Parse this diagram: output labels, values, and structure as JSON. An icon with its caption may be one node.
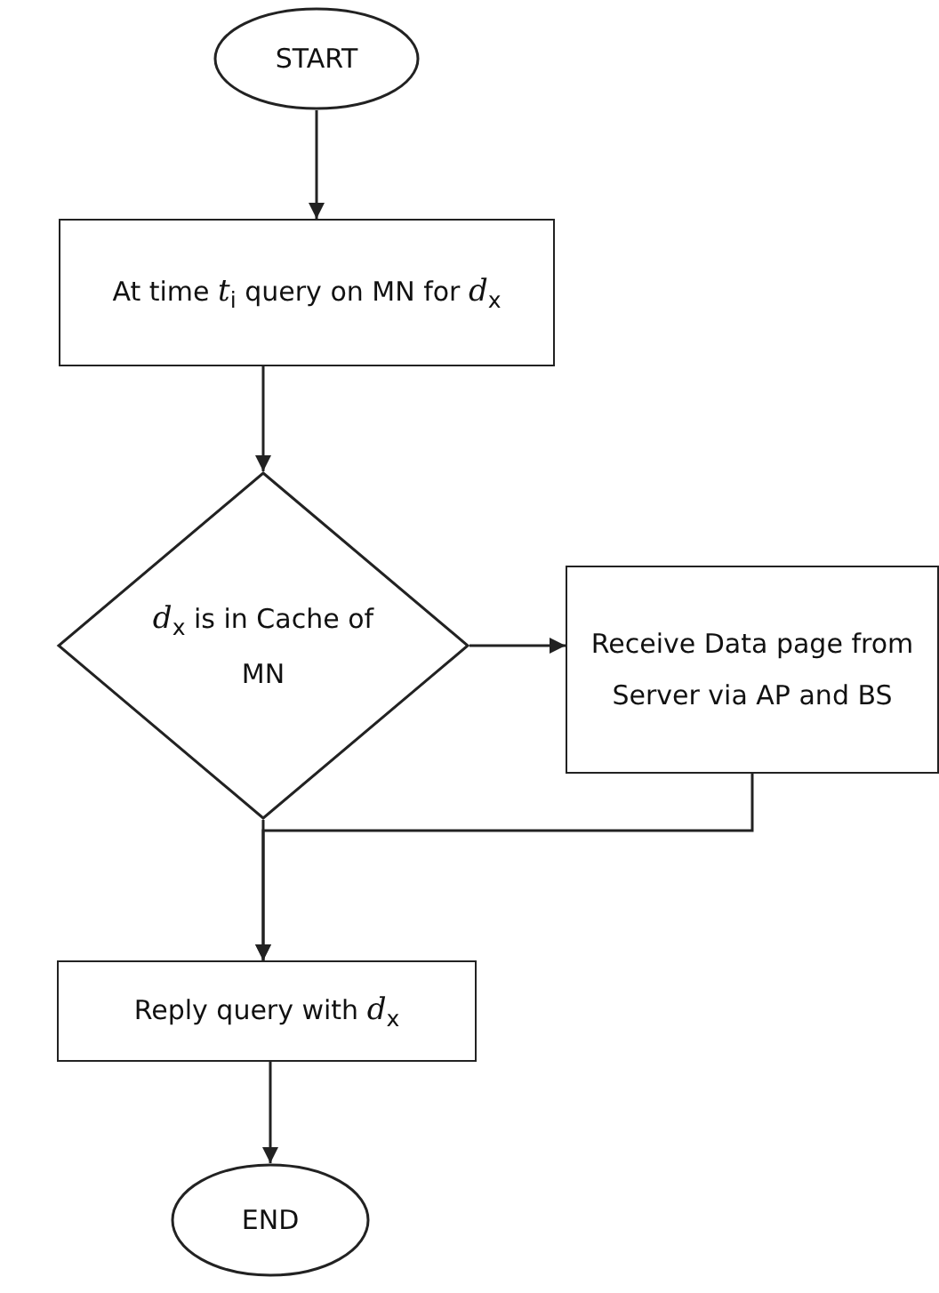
{
  "diagram": {
    "nodes": [
      {
        "text": [
          "START"
        ]
      },
      {
        "text": [
          "At time *t*$_{i}$ query on MN for *d*$_{x}$"
        ]
      },
      {
        "text": [
          "*d*$_{x}$ is in Cache of MN"
        ]
      },
      {
        "text": [
          "Receive Data page from Server via AP and BS"
        ]
      },
      {
        "text": [
          "Reply query with *d*$_{x}$"
        ]
      },
      {
        "text": [
          "END"
        ]
      }
    ],
    "edges": [
      {
        "from": 0,
        "to": 1,
        "arrow": "to"
      },
      {
        "from": 1,
        "to": 2,
        "arrow": "to"
      },
      {
        "from": 2,
        "to": 3,
        "arrow": "to"
      },
      {
        "from": 3,
        "to": 4,
        "arrow": "to"
      },
      {
        "from": 2,
        "to": 4,
        "arrow": "to"
      },
      {
        "from": 4,
        "to": 5,
        "arrow": "to"
      }
    ]
  }
}
